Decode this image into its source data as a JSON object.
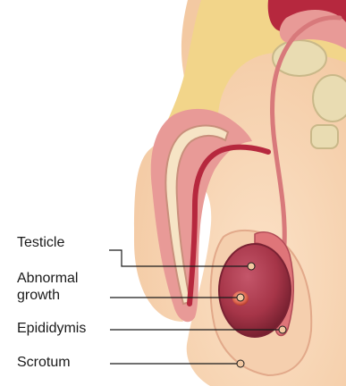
{
  "labels": {
    "testicle": "Testicle",
    "abnormal_growth": "Abnormal\ngrowth",
    "epididymis": "Epididymis",
    "scrotum": "Scrotum"
  },
  "colors": {
    "skin": "#f7d5b3",
    "fat": "#f2d58a",
    "tissue_pink": "#e89a97",
    "vessel_red": "#b6283e",
    "testicle": "#a63548",
    "epididymis": "#df7579",
    "bone": "#e9dcb2",
    "leader_line": "#1a1a1a"
  }
}
